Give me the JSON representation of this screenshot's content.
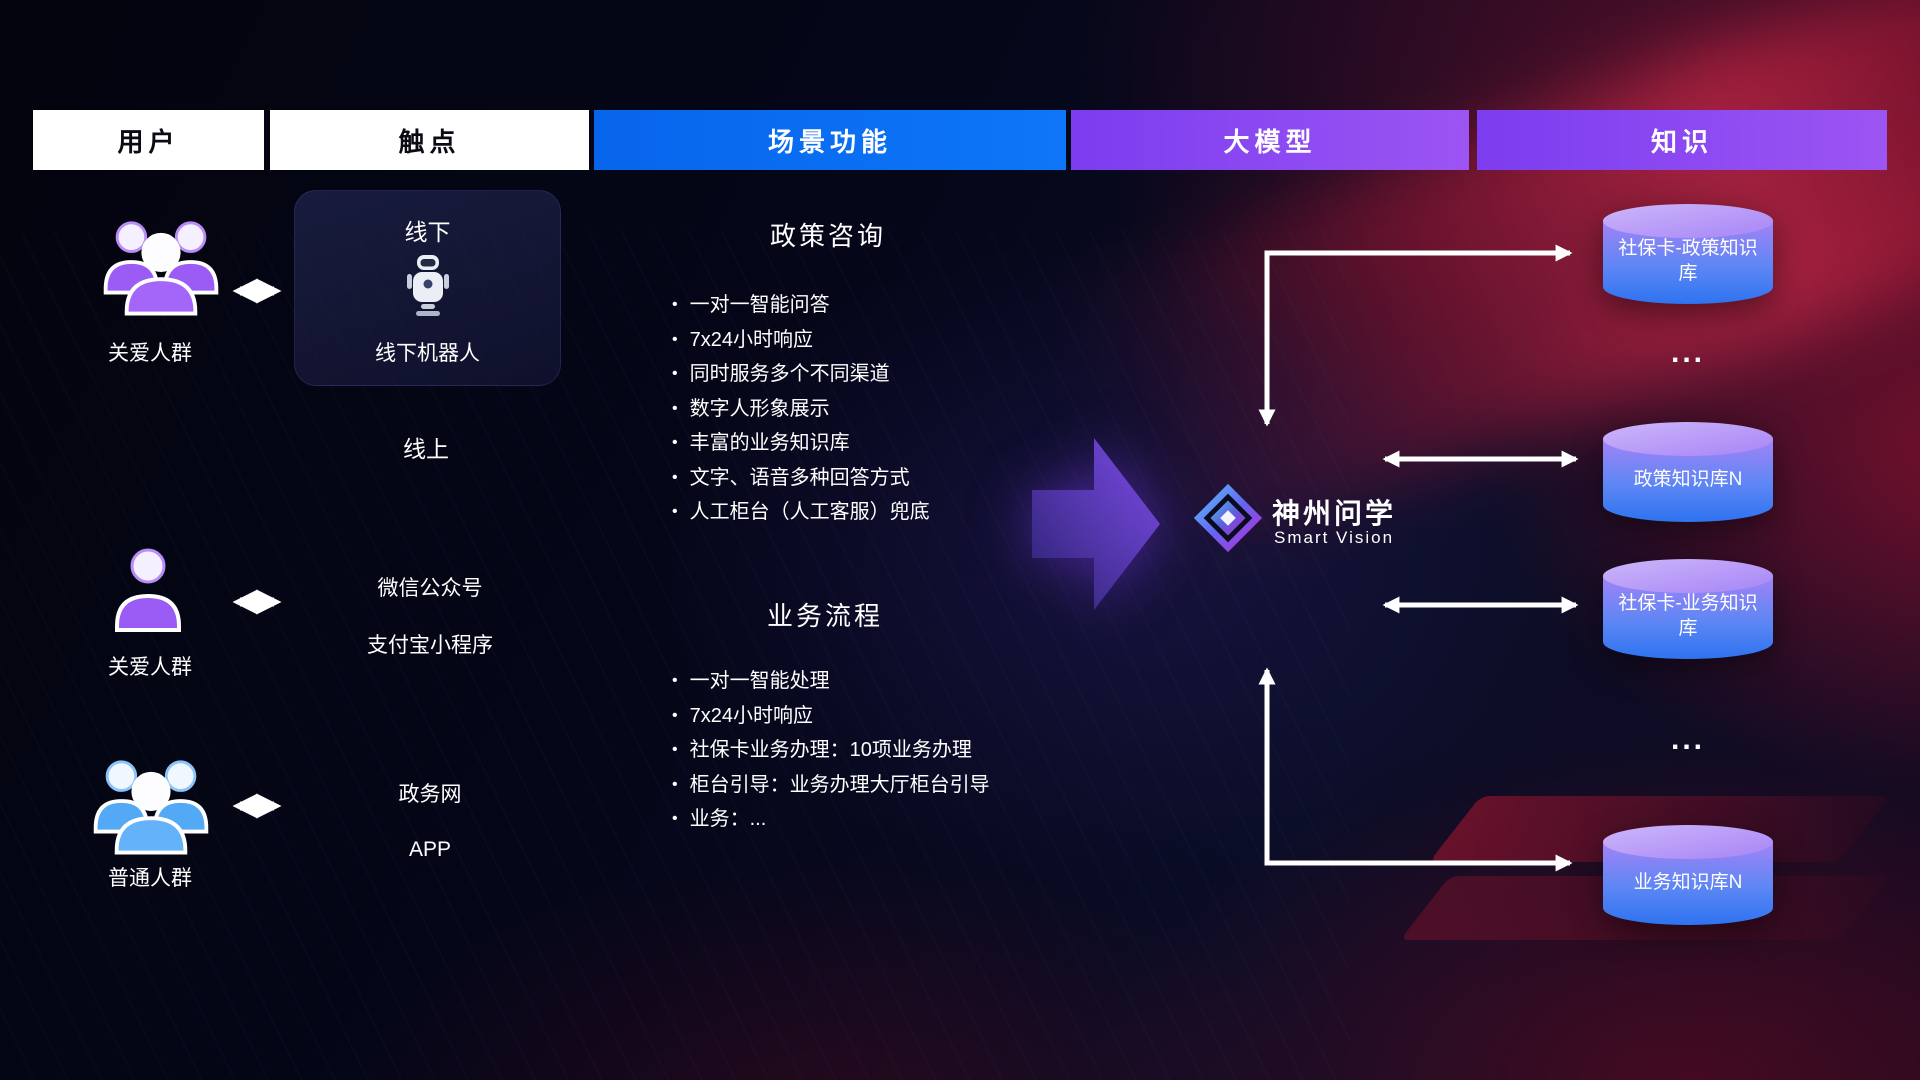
{
  "header": {
    "columns": [
      {
        "label": "用户"
      },
      {
        "label": "触点"
      },
      {
        "label": "场景功能"
      },
      {
        "label": "大模型"
      },
      {
        "label": "知识"
      }
    ]
  },
  "colors": {
    "header_blue": "#0d6efd",
    "header_purple": "#8b47f0",
    "accent_purple": "#9b5bf5",
    "accent_blue": "#54a9f7",
    "cylinder_top": "#bda2f8",
    "cylinder_bottom": "#2e7bf3"
  },
  "users": {
    "rows": [
      {
        "label": "关爱人群",
        "icon": "group-people-purple-icon"
      },
      {
        "label": "关爱人群",
        "icon": "single-person-purple-icon"
      },
      {
        "label": "普通人群",
        "icon": "group-people-blue-icon"
      }
    ]
  },
  "touchpoints": {
    "offline": {
      "title": "线下",
      "robot_label": "线下机器人"
    },
    "online_title": "线上",
    "items": [
      "微信公众号",
      "支付宝小程序",
      "政务网",
      "APP"
    ]
  },
  "scenes": {
    "policy": {
      "title": "政策咨询",
      "items": [
        "一对一智能问答",
        "7x24小时响应",
        "同时服务多个不同渠道",
        "数字人形象展示",
        "丰富的业务知识库",
        "文字、语音多种回答方式",
        "人工柜台（人工客服）兜底"
      ]
    },
    "business": {
      "title": "业务流程",
      "items": [
        "一对一智能处理",
        "7x24小时响应",
        "社保卡业务办理：10项业务办理",
        "柜台引导：业务办理大厅柜台引导",
        "业务：..."
      ]
    }
  },
  "model": {
    "name": "神州问学",
    "subtitle": "Smart Vision"
  },
  "knowledge": {
    "db1": "社保卡-政策知识库",
    "ellipsis1": "...",
    "db2": "政策知识库N",
    "db3": "社保卡-业务知识库",
    "ellipsis2": "...",
    "db4": "业务知识库N"
  }
}
